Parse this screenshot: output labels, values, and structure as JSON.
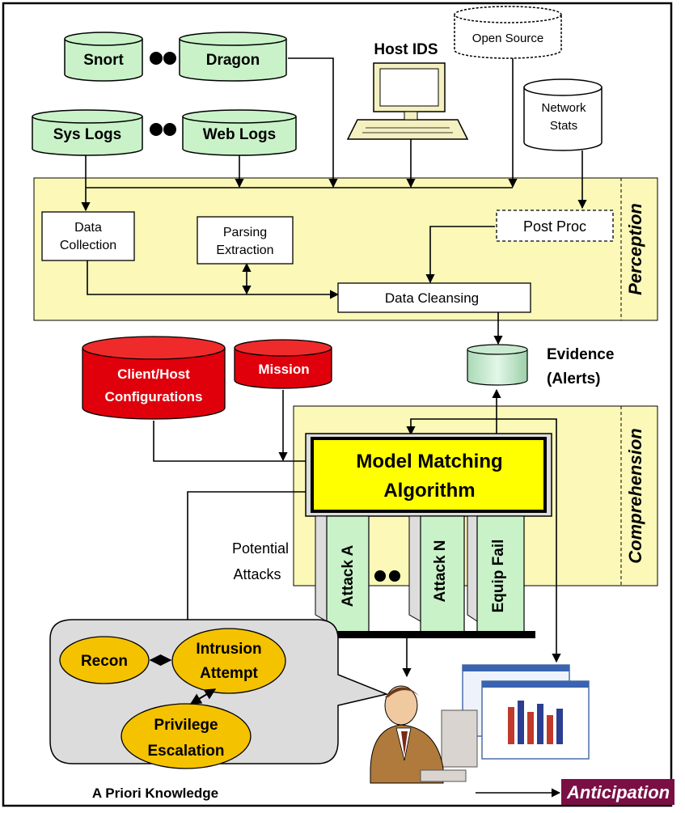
{
  "sources": {
    "snort": "Snort",
    "dragon": "Dragon",
    "sys_logs": "Sys Logs",
    "web_logs": "Web Logs",
    "host_ids": "Host IDS",
    "open_source": "Open Source",
    "network_stats": [
      "Network",
      "Stats"
    ]
  },
  "perception": {
    "label": "Perception",
    "data_collection": [
      "Data",
      "Collection"
    ],
    "parsing_extraction": [
      "Parsing",
      "Extraction"
    ],
    "post_proc": "Post Proc",
    "data_cleansing": "Data Cleansing"
  },
  "evidence": [
    "Evidence",
    "(Alerts)"
  ],
  "red_stores": {
    "client_host": [
      "Client/Host",
      "Configurations"
    ],
    "mission": "Mission"
  },
  "comprehension": {
    "label": "Comprehension",
    "model_matching": [
      "Model Matching",
      "Algorithm"
    ],
    "potential_attacks": [
      "Potential",
      "Attacks"
    ],
    "cards": [
      "Attack A",
      "Attack N",
      "Equip Fail"
    ]
  },
  "a_priori": {
    "label": "A Priori Knowledge",
    "recon": "Recon",
    "intrusion_attempt": [
      "Intrusion",
      "Attempt"
    ],
    "privilege_escalation": [
      "Privilege",
      "Escalation"
    ]
  },
  "anticipation": "Anticipation",
  "colors": {
    "green_store": "#c9f2c9",
    "yellow_panel": "#fbf8b8",
    "model_box": "#ffff00",
    "red_store": "#e0000c",
    "ellipse": "#f5c200",
    "callout": "#dcdcdc",
    "anticipation_bg": "#7a0f44"
  }
}
